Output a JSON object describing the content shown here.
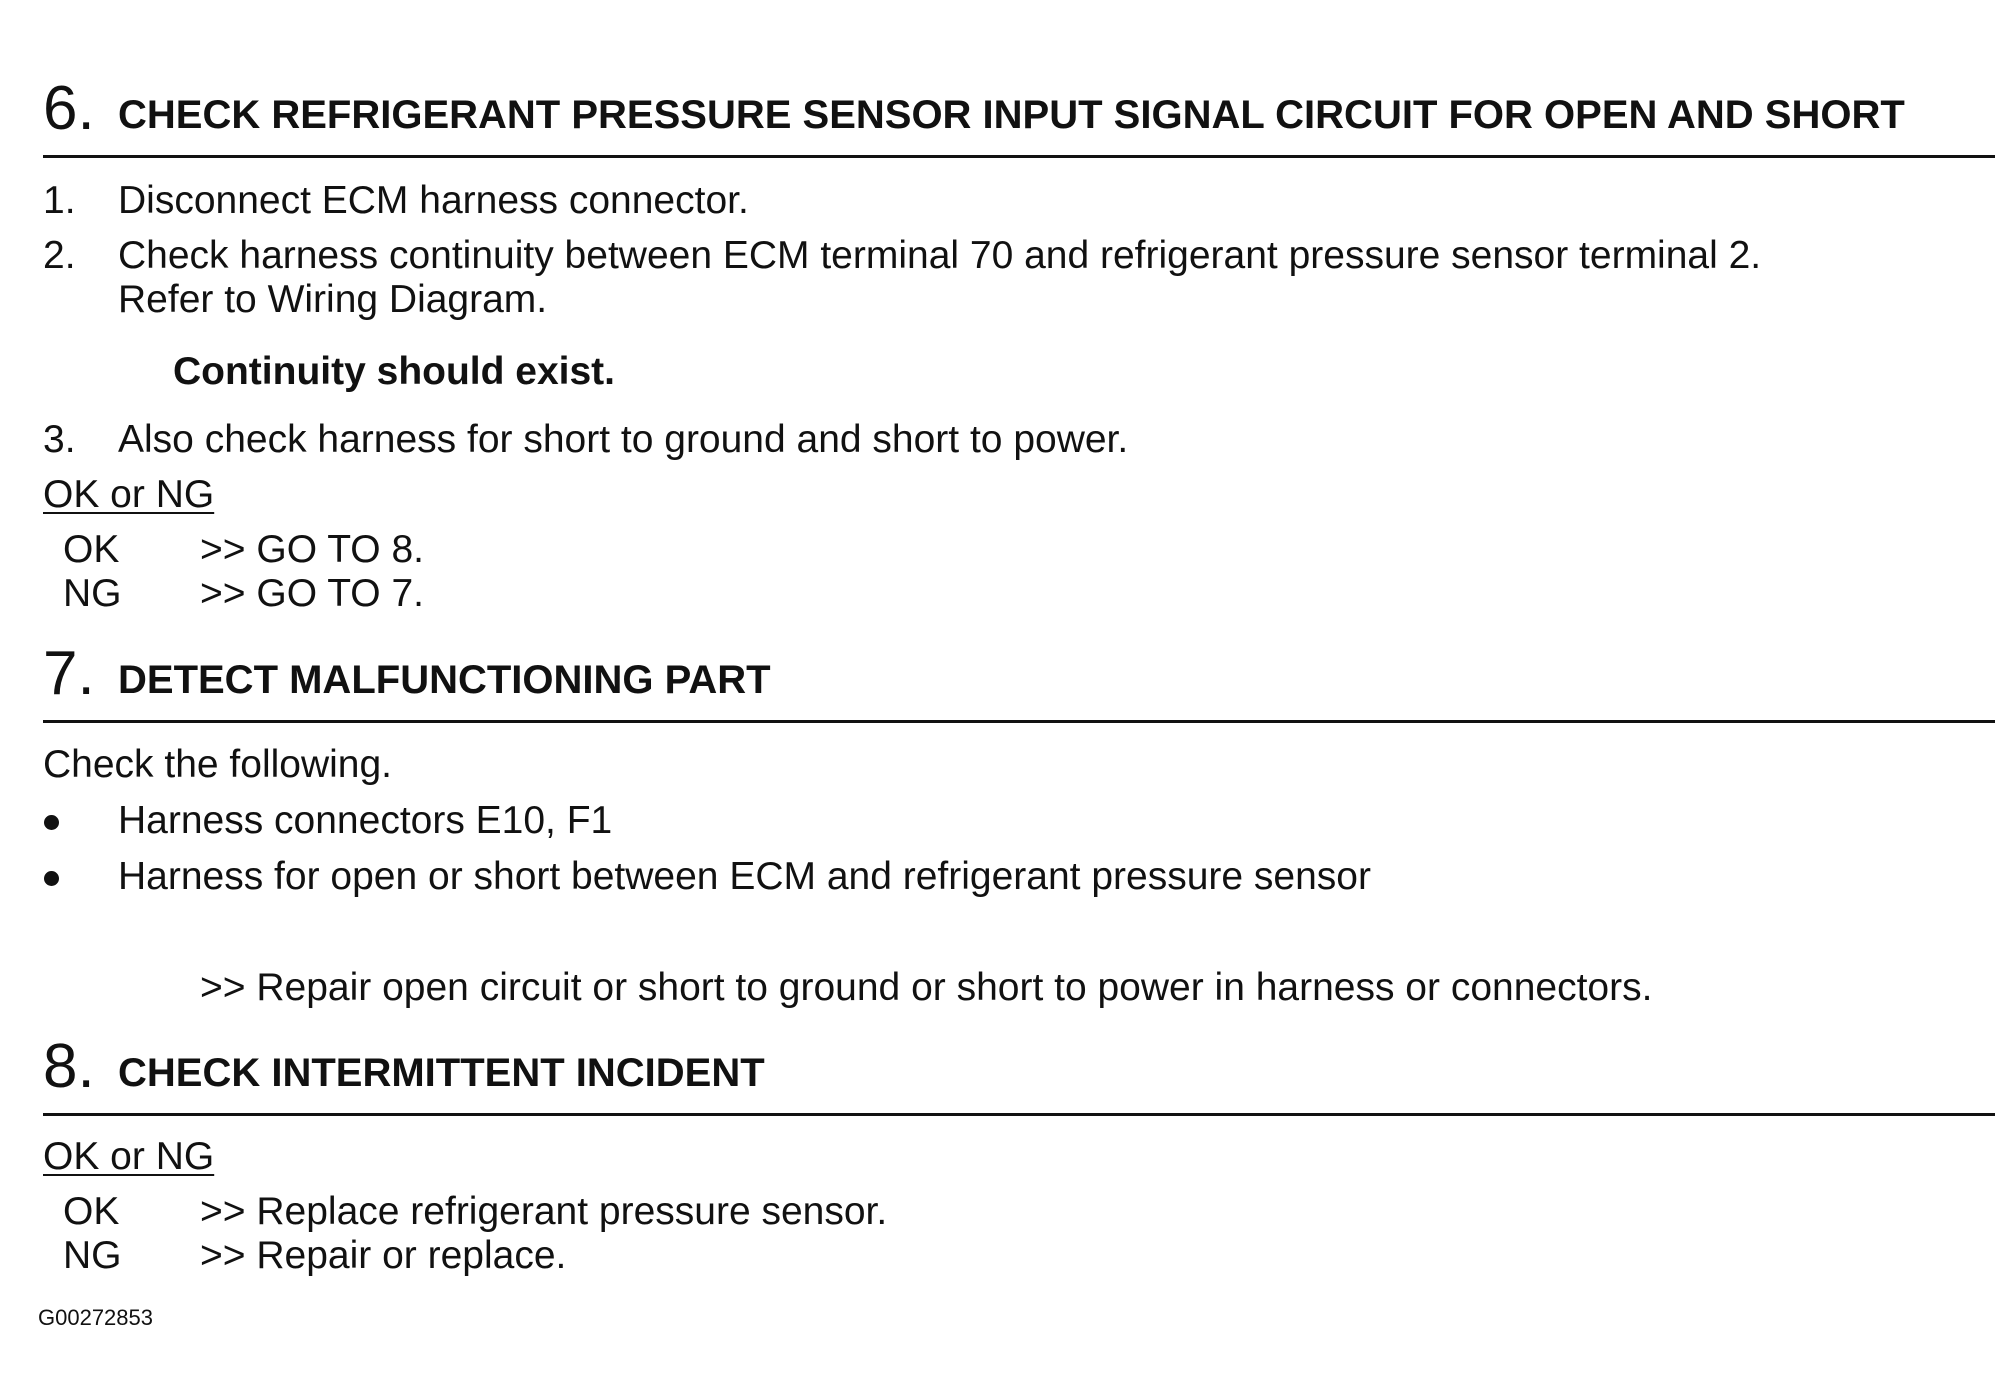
{
  "step6": {
    "number": "6.",
    "title": "CHECK REFRIGERANT PRESSURE SENSOR INPUT SIGNAL CIRCUIT FOR OPEN AND SHORT",
    "items": [
      {
        "num": "1.",
        "text": "Disconnect ECM harness connector."
      },
      {
        "num": "2.",
        "text": "Check harness continuity between ECM terminal 70 and refrigerant pressure sensor terminal 2.",
        "text2": "Refer to Wiring Diagram."
      },
      {
        "num": "3.",
        "text": "Also check harness for short to ground and short to power."
      }
    ],
    "spec": "Continuity should exist.",
    "result_label": "OK or NG",
    "results": [
      {
        "code": "OK",
        "action": ">> GO TO 8."
      },
      {
        "code": "NG",
        "action": ">> GO TO 7."
      }
    ]
  },
  "step7": {
    "number": "7.",
    "title": "DETECT MALFUNCTIONING PART",
    "intro": "Check the following.",
    "bullets": [
      "Harness connectors E10, F1",
      "Harness for open or short between ECM and refrigerant pressure sensor"
    ],
    "action": ">> Repair open circuit or short to ground or short to power in harness or connectors."
  },
  "step8": {
    "number": "8.",
    "title": "CHECK INTERMITTENT INCIDENT",
    "result_label": "OK or NG",
    "results": [
      {
        "code": "OK",
        "action": ">> Replace refrigerant pressure sensor."
      },
      {
        "code": "NG",
        "action": ">> Repair or replace."
      }
    ]
  },
  "figure_code": "G00272853"
}
